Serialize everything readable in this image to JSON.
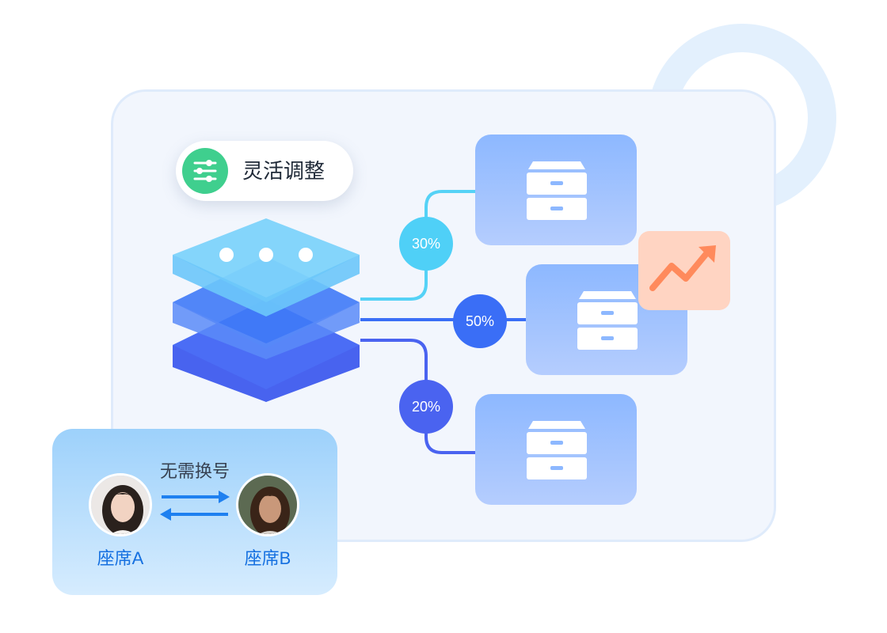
{
  "feature_pill": {
    "label": "灵活调整",
    "icon": "sliders-icon",
    "icon_color": "#3fcf8e"
  },
  "stack": {
    "icon": "layer-stack-icon",
    "dots": 3
  },
  "routes": [
    {
      "label": "30%",
      "color": "#4fd0f7"
    },
    {
      "label": "50%",
      "color": "#3a6ef6"
    },
    {
      "label": "20%",
      "color": "#4a63f0"
    }
  ],
  "servers": [
    {
      "icon": "server-cabinet-icon"
    },
    {
      "icon": "server-cabinet-icon"
    },
    {
      "icon": "server-cabinet-icon"
    }
  ],
  "trend": {
    "icon": "trend-up-icon",
    "color": "#ff8a5c"
  },
  "seat_swap": {
    "title": "无需换号",
    "seat_a": "座席A",
    "seat_b": "座席B",
    "icon": "swap-arrows-icon"
  }
}
